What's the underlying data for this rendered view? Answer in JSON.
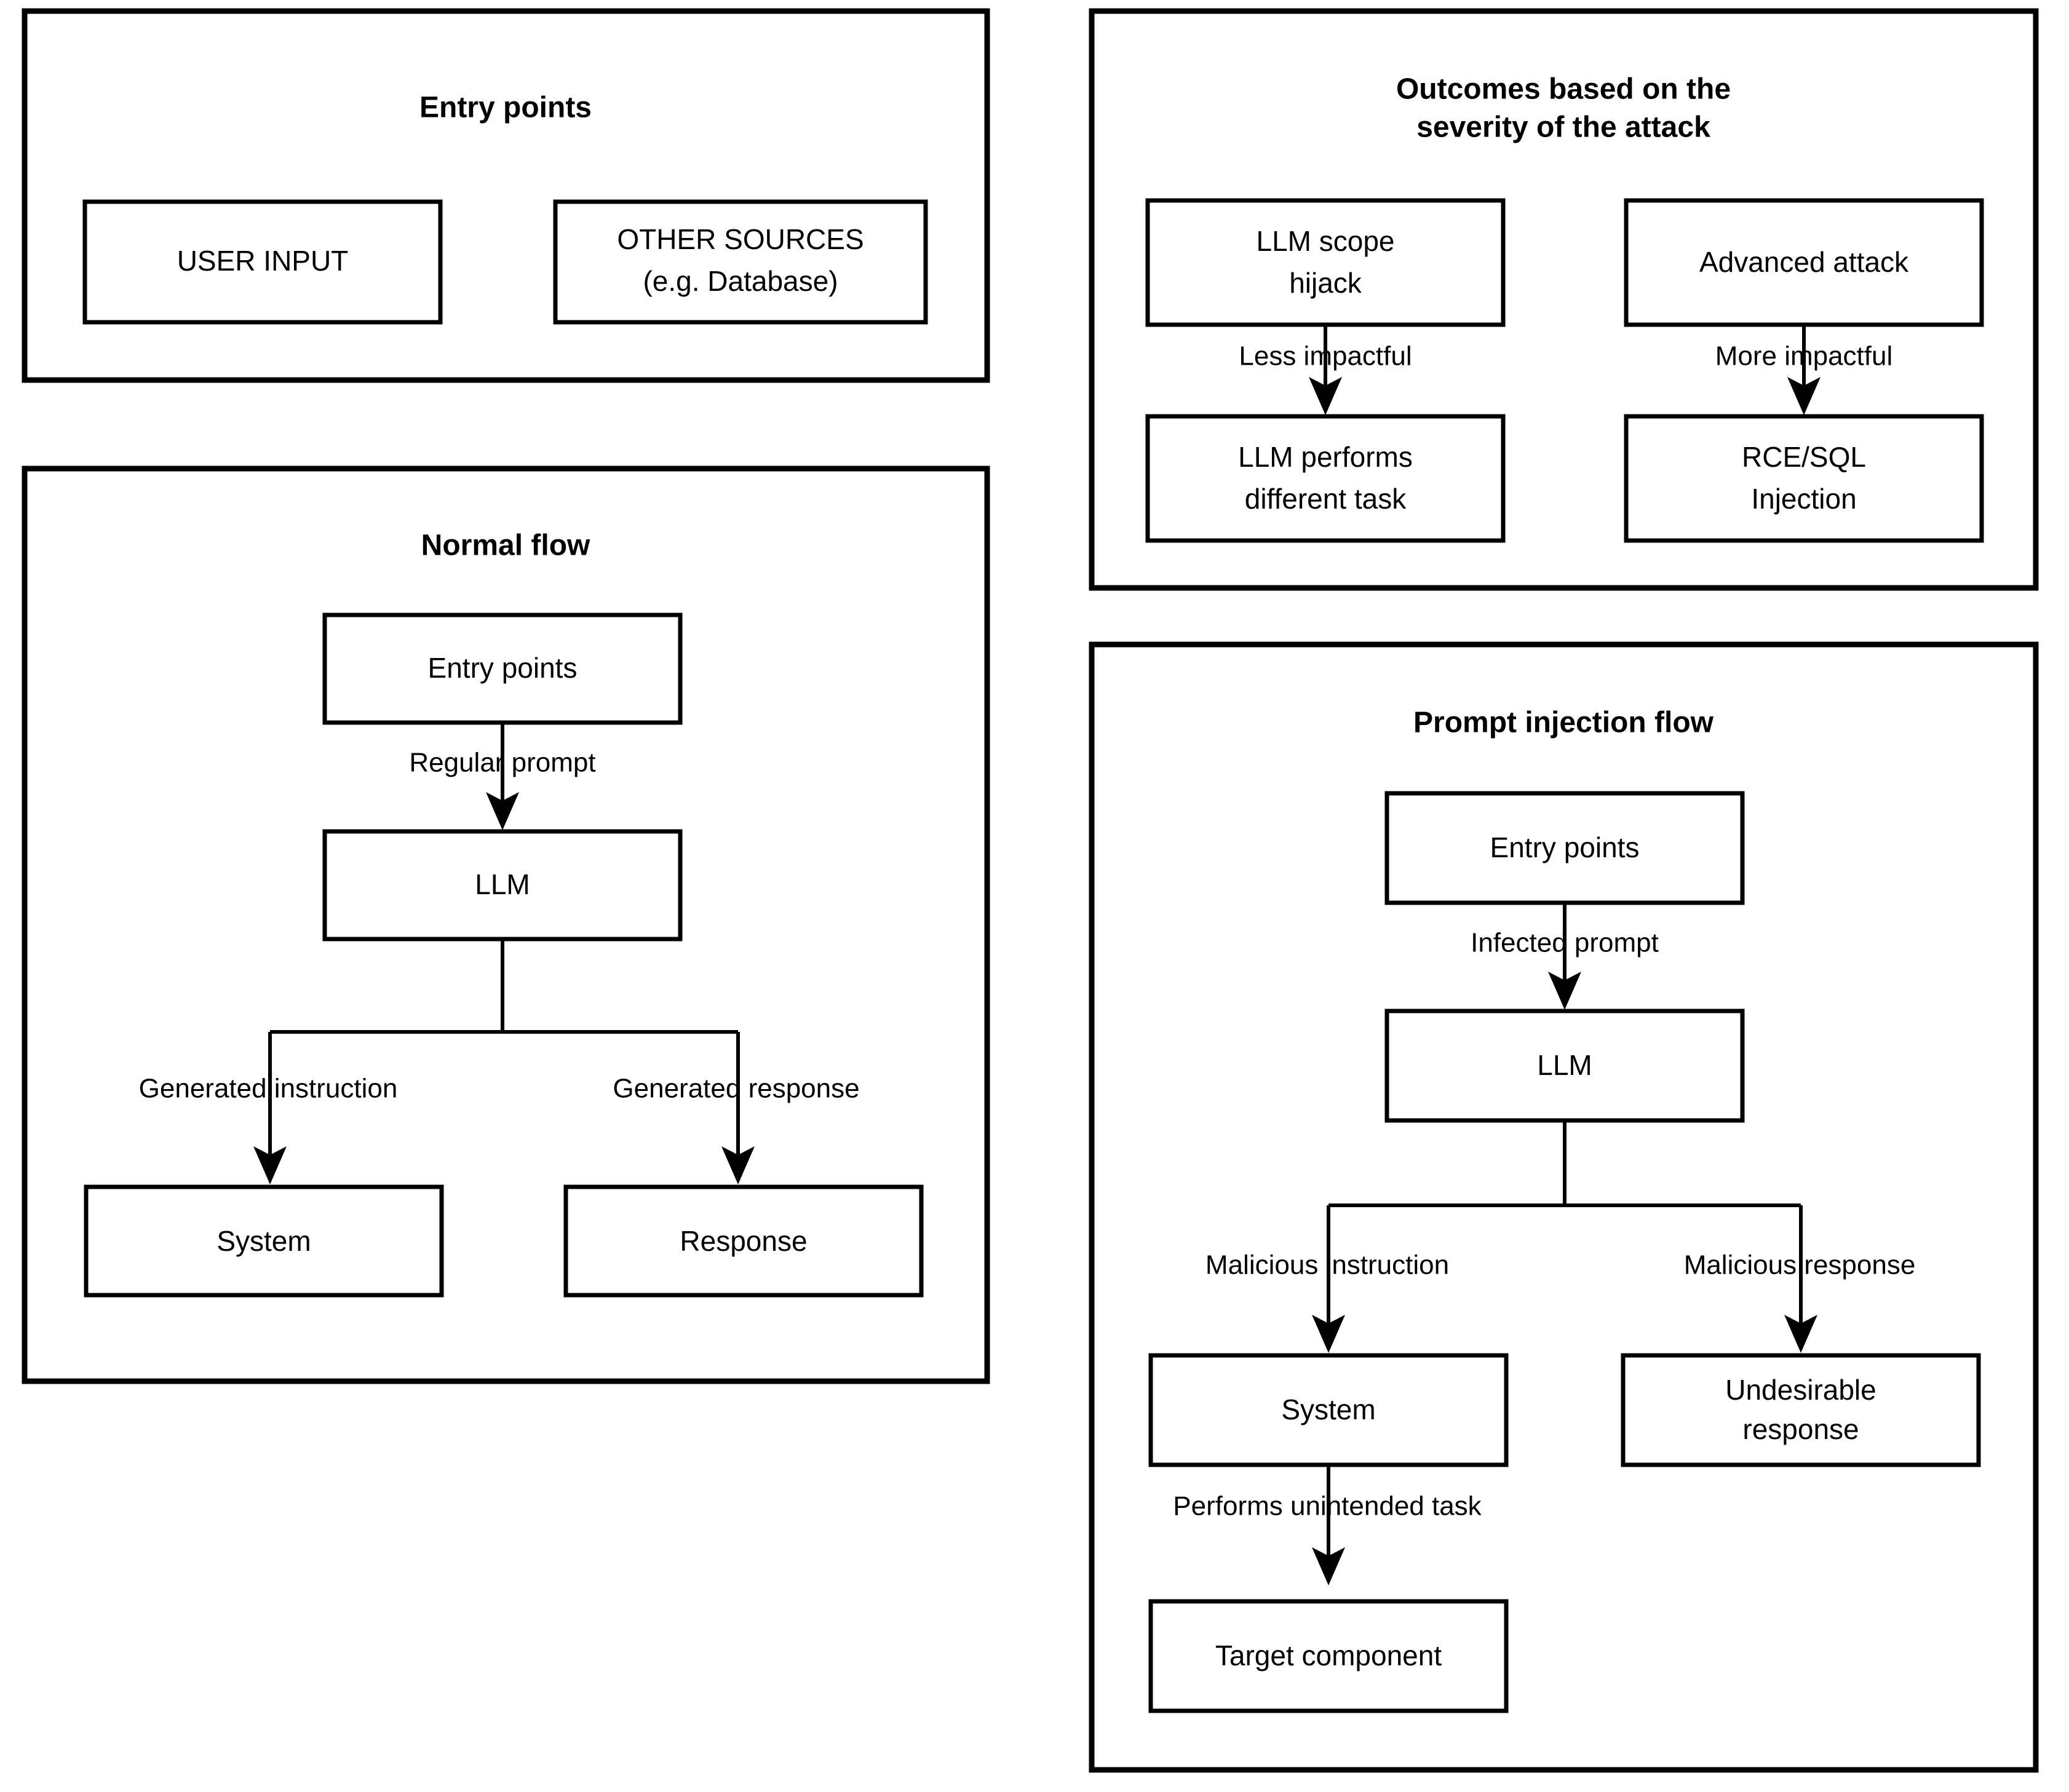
{
  "figure": {
    "kind": "flow-diagram",
    "background_color": "#ffffff",
    "line_color": "#000000",
    "text_color": "#000000"
  },
  "panels": {
    "entry_points": {
      "title": "Entry points",
      "nodes": {
        "user_input": "USER INPUT",
        "other_sources_line1": "OTHER SOURCES",
        "other_sources_line2": "(e.g. Database)"
      }
    },
    "normal_flow": {
      "title": "Normal flow",
      "nodes": {
        "entry_points": "Entry points",
        "llm": "LLM",
        "system": "System",
        "response": "Response"
      },
      "edges": {
        "entry_to_llm": "Regular prompt",
        "llm_to_system": "Generated instruction",
        "llm_to_response": "Generated response"
      }
    },
    "outcomes": {
      "title_line1": "Outcomes based on the",
      "title_line2": "severity of the attack",
      "nodes": {
        "llm_scope_hijack_line1": "LLM scope",
        "llm_scope_hijack_line2": "hijack",
        "advanced_attack": "Advanced attack",
        "llm_performs_line1": "LLM performs",
        "llm_performs_line2": "different task",
        "rce_sql_line1": "RCE/SQL",
        "rce_sql_line2": "Injection"
      },
      "edges": {
        "hijack_to_task": "Less impactful",
        "advanced_to_rce": "More impactful"
      }
    },
    "prompt_injection_flow": {
      "title": "Prompt injection flow",
      "nodes": {
        "entry_points": "Entry points",
        "llm": "LLM",
        "system": "System",
        "undesirable_response_line1": "Undesirable",
        "undesirable_response_line2": "response",
        "target_component": "Target component"
      },
      "edges": {
        "entry_to_llm": "Infected prompt",
        "llm_to_system": "Malicious instruction",
        "llm_to_undesirable": "Malicious response",
        "system_to_target": "Performs unintended task"
      }
    }
  }
}
